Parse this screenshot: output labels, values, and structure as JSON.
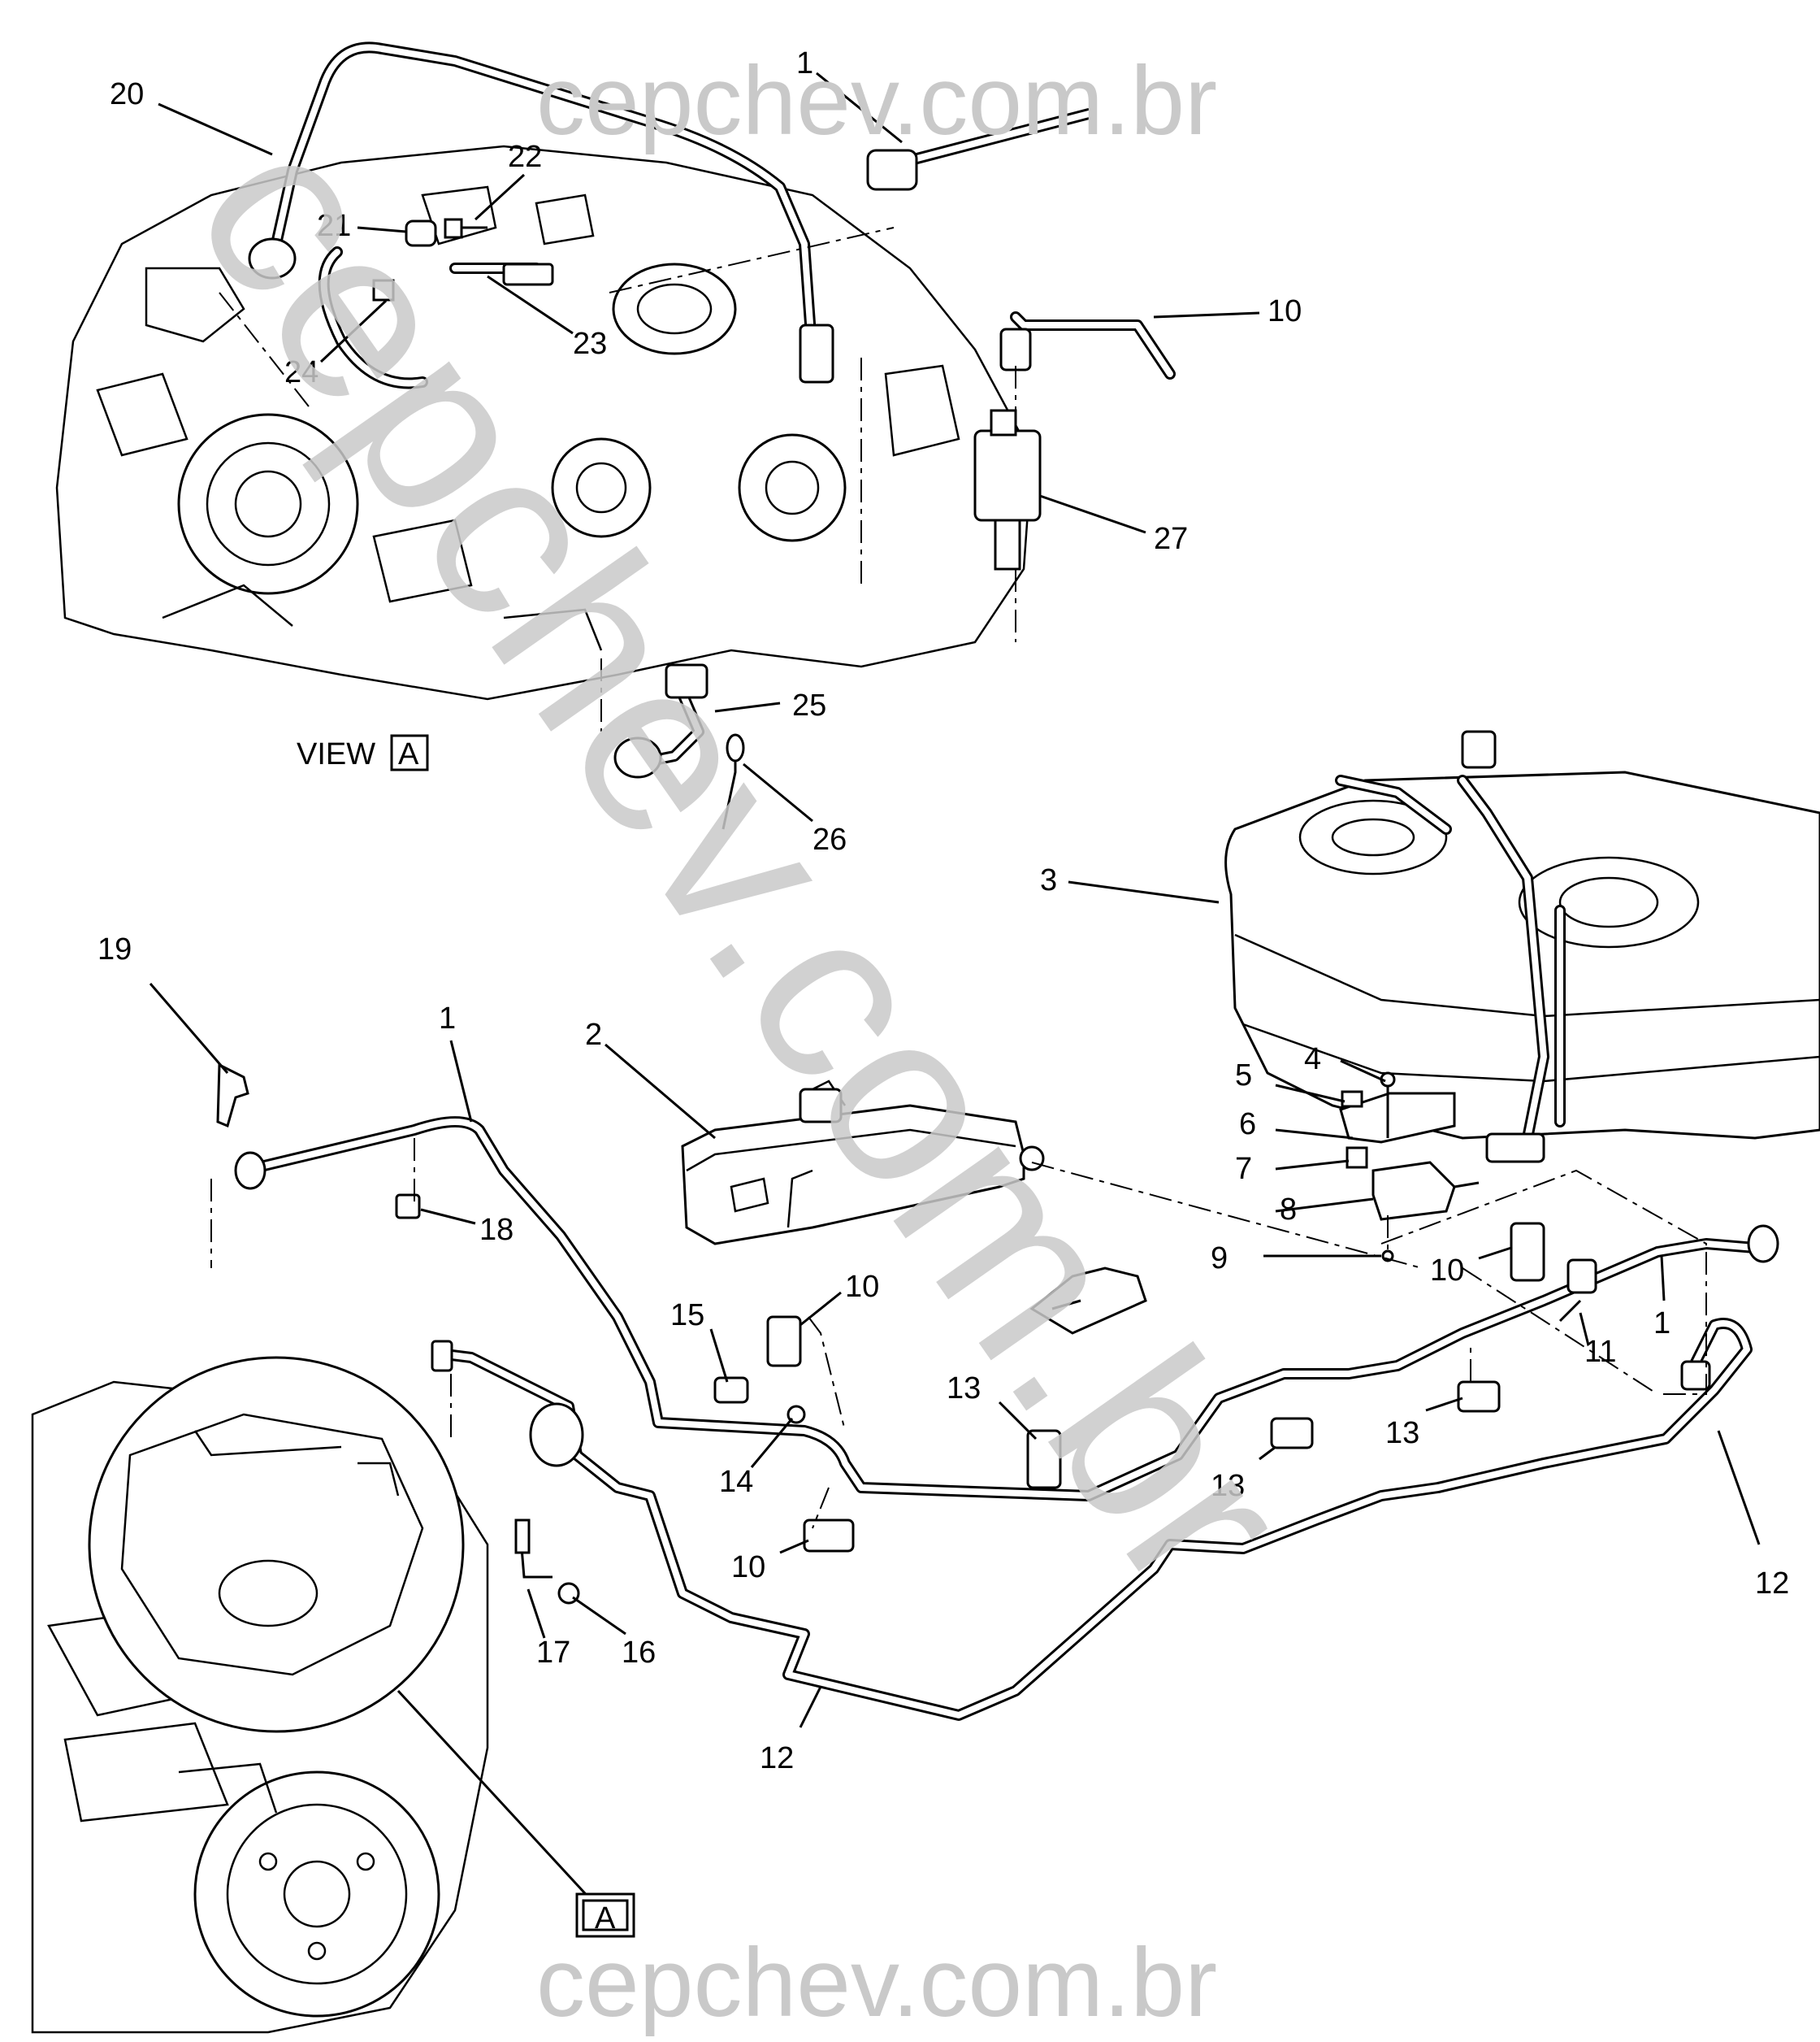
{
  "watermarks": {
    "top": "cepchev.com.br",
    "bottom": "cepchev.com.br",
    "diagonal": "cepchev.com.br"
  },
  "view": {
    "label": "VIEW",
    "letter": "A",
    "callout_letter": "A"
  },
  "callouts": [
    "1",
    "20",
    "22",
    "21",
    "10",
    "23",
    "24",
    "27",
    "25",
    "26",
    "3",
    "19",
    "1",
    "2",
    "4",
    "5",
    "6",
    "7",
    "8",
    "9",
    "10",
    "18",
    "15",
    "10",
    "11",
    "1",
    "13",
    "14",
    "13",
    "13",
    "10",
    "17",
    "16",
    "12",
    "12"
  ]
}
